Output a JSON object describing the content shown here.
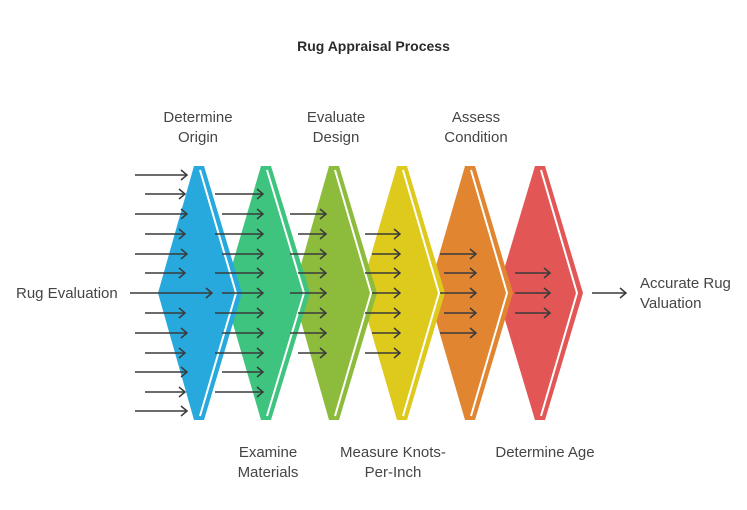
{
  "title": "Rug Appraisal Process",
  "input": {
    "label": "Rug Evaluation"
  },
  "output": {
    "line1": "Accurate Rug",
    "line2": "Valuation"
  },
  "stages": [
    {
      "line1": "Determine",
      "line2": "Origin",
      "color": "#27a9de"
    },
    {
      "line1": "Examine",
      "line2": "Materials",
      "color": "#3ec47e"
    },
    {
      "line1": "Evaluate",
      "line2": "Design",
      "color": "#8dbb3b"
    },
    {
      "line1": "Measure Knots-",
      "line2": "Per-Inch",
      "color": "#dec91d"
    },
    {
      "line1": "Assess",
      "line2": "Condition",
      "color": "#e18531"
    },
    {
      "line1": "Determine Age",
      "line2": "",
      "color": "#e25656"
    }
  ],
  "colors": {
    "arrow": "#3a3a3a",
    "text": "#454545"
  }
}
